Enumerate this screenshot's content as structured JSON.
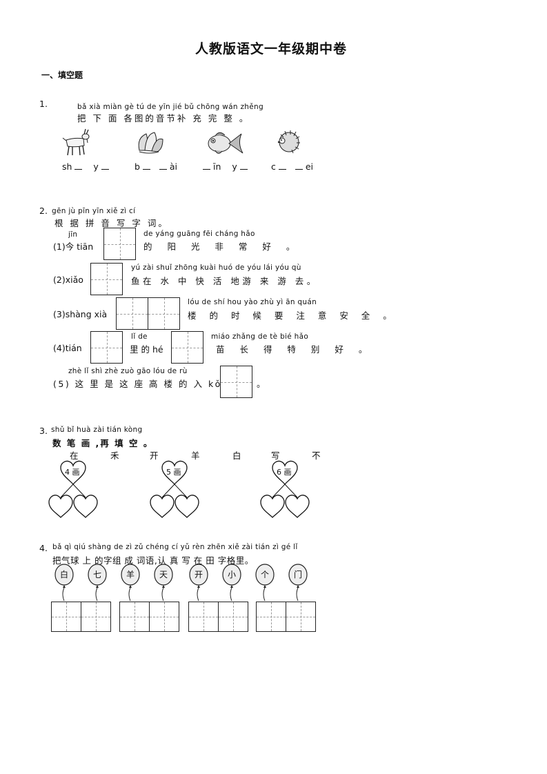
{
  "title": "人教版语文一年级期中卷",
  "section1": "一、填空题",
  "q1": {
    "num": "1.",
    "pinyin": "bǎ xià miàn gè tú de yīn jié bǔ chōng wán zhěng",
    "text": "把 下 面 各图的音节补 充 完 整 。",
    "answers": [
      {
        "icon": "goat-icon",
        "parts": [
          "sh",
          "y"
        ]
      },
      {
        "icon": "cabbage-icon",
        "parts": [
          "b",
          "ài"
        ]
      },
      {
        "icon": "goldfish-icon",
        "parts": [
          "īn",
          "y"
        ]
      },
      {
        "icon": "hedgehog-icon",
        "parts": [
          "c",
          "ei"
        ]
      }
    ]
  },
  "q2": {
    "num": "2.",
    "pinyin": "gēn jù pīn yīn xiě zì cí",
    "text": "根 据 拼 音 写 字 词。",
    "i1": {
      "py_top": "jīn",
      "label": "(1)今 tiān",
      "py_right": "de yáng guāng fēi cháng hǎo",
      "text_right": "的 阳 光 非 常 好 。"
    },
    "i2": {
      "label": "(2)xiǎo",
      "py_right": "yú zài shuǐ zhōng kuài huó de yóu lái yóu qù",
      "text_right": "鱼在 水 中 快 活 地游 来 游 去。"
    },
    "i3": {
      "label": "(3)shàng xià",
      "py_right": "lóu de shí hou yào zhù yì ān quán",
      "text_right": "楼 的 时 候 要 注 意 安 全 。"
    },
    "i4": {
      "label": "(4)tián",
      "py_mid": "lǐ de",
      "text_mid": "里 的 hé",
      "py_right": "miáo zhǎng de tè bié hǎo",
      "text_right": "苗 长 得 特 别 好 。"
    },
    "i5": {
      "py": "zhè lǐ shì zhè zuò gāo lóu de rù",
      "text": "(5) 这 里 是 这 座 高 楼 的 入 kǒu",
      "end": "。"
    }
  },
  "q3": {
    "num": "3.",
    "pinyin": "shǔ bǐ huà   zài tián kòng",
    "text": "数 笔 画 ,再 填  空  。",
    "chars": [
      "在",
      "禾",
      "开",
      "羊",
      "白",
      "写",
      "不"
    ],
    "hearts": [
      "4 画",
      "5 画",
      "6 画"
    ]
  },
  "q4": {
    "num": "4.",
    "pinyin": "bǎ qì qiú shàng de zì zǔ chéng cí yǔ   rèn zhēn xiě zài tián zì gé lǐ",
    "text": "把气球 上 的字组 成 词语,认 真 写 在 田 字格里。",
    "balloons": [
      "白",
      "七",
      "羊",
      "天",
      "开",
      "小",
      "个",
      "门"
    ]
  }
}
